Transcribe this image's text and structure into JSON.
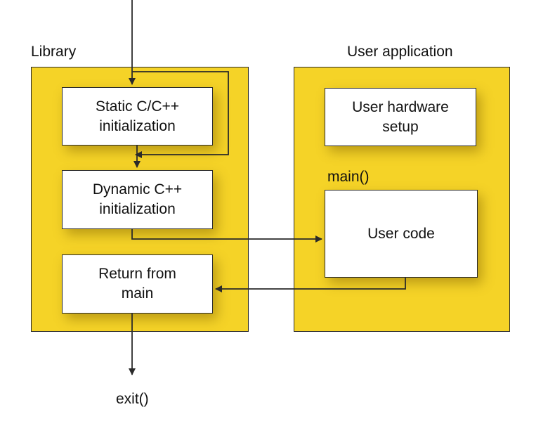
{
  "library_panel": {
    "title": "Library",
    "boxes": {
      "static_init": "Static C/C++\ninitialization",
      "dynamic_init": "Dynamic C++\ninitialization",
      "return_from_main": "Return from\nmain"
    }
  },
  "user_panel": {
    "title": "User application",
    "boxes": {
      "hardware_setup": "User hardware\nsetup",
      "main_label": "main()",
      "user_code": "User code"
    }
  },
  "exit_label": "exit()",
  "colors": {
    "panel_fill": "#f5d327",
    "box_fill": "#ffffff",
    "line": "#2a2a2a"
  }
}
